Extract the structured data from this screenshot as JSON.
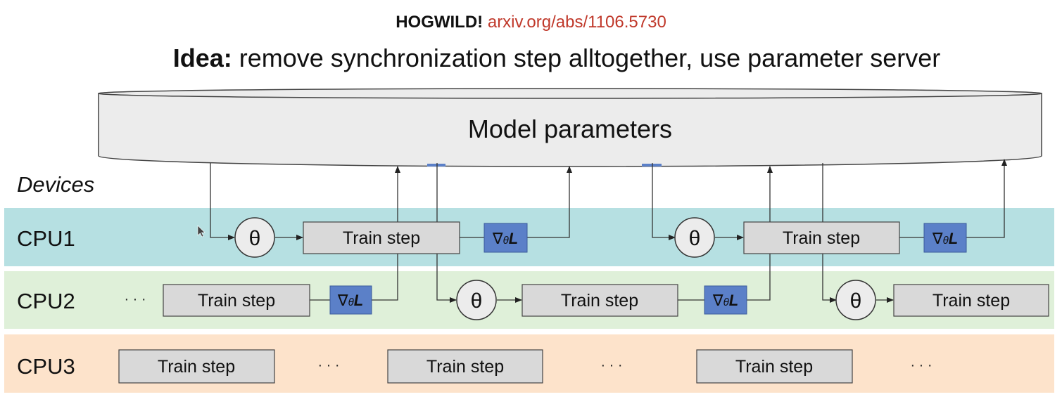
{
  "header": {
    "ref_bold": "HOGWILD!",
    "ref_link": "arxiv.org/abs/1106.5730",
    "idea_bold": "Idea:",
    "idea_text": " remove synchronization step alltogether, use parameter server"
  },
  "server": {
    "label": "Model parameters"
  },
  "devices_label": "Devices",
  "rows": [
    {
      "label": "CPU1",
      "color": "#b6e0e2"
    },
    {
      "label": "CPU2",
      "color": "#dff0d9"
    },
    {
      "label": "CPU3",
      "color": "#fde3cb"
    }
  ],
  "labels": {
    "train_step": "Train step",
    "theta": "θ",
    "grad_nabla": "∇",
    "grad_sub": "θ",
    "grad_L": "L",
    "dots": "· · ·"
  },
  "colors": {
    "grad_box": "#5b80c8",
    "step_box": "#d9d9d9",
    "ellipse": "#ececec",
    "link": "#c0392b"
  }
}
